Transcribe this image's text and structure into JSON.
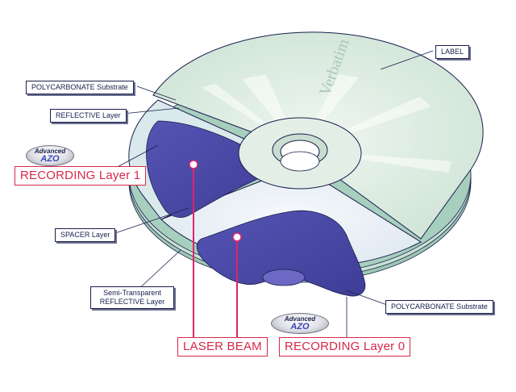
{
  "disc": {
    "brand": "Verbatim",
    "colors": {
      "label_top": "#d7eade",
      "label_edge": "#b9d6c4",
      "polycarbonate": "#eef3f8",
      "hub": "#c8d8cc",
      "recording_dye": "#4b4aa6",
      "dye_highlight": "#7b79c9",
      "laser": "#e0246a",
      "outline": "#1a1f4d",
      "label_text": "#d8284a"
    }
  },
  "labels": {
    "label": "LABEL",
    "polycarbonate_top": "POLYCARBONATE Substrate",
    "reflective": "REFLECTIVE Layer",
    "recording_1": "RECORDING Layer 1",
    "spacer": "SPACER Layer",
    "semi_transparent_line1": "Semi-Transparent",
    "semi_transparent_line2": "REFLECTIVE Layer",
    "laser_beam": "LASER BEAM",
    "recording_0": "RECORDING Layer 0",
    "polycarbonate_bottom": "POLYCARBONATE Substrate"
  },
  "badges": {
    "top": {
      "line1": "Advanced",
      "line2": "AZO"
    },
    "bottom": {
      "line1": "Advanced",
      "line2": "AZO"
    }
  }
}
